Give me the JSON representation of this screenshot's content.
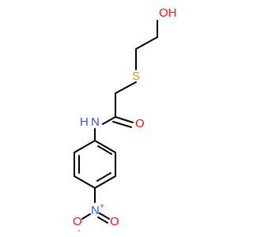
{
  "molecule": {
    "atoms": {
      "oh": {
        "text": "OH",
        "color": "#FF0D0D"
      },
      "s": {
        "text": "S",
        "color": "#C8A000"
      },
      "o_carbonyl": {
        "text": "O",
        "color": "#FF0D0D"
      },
      "nh": {
        "text": "N",
        "color": "#3050F8"
      },
      "nh_h": {
        "text": "H",
        "color": "#3050F8"
      },
      "n_nitro": {
        "text": "N",
        "color": "#3050F8"
      },
      "n_plus": {
        "text": "+",
        "color": "#3050F8"
      },
      "o_nitro_left": {
        "text": "O",
        "color": "#FF0D0D"
      },
      "o_minus": {
        "text": "-",
        "color": "#FF0D0D"
      },
      "o_nitro_right": {
        "text": "O",
        "color": "#FF0D0D"
      }
    },
    "bond_color": "#000000"
  }
}
